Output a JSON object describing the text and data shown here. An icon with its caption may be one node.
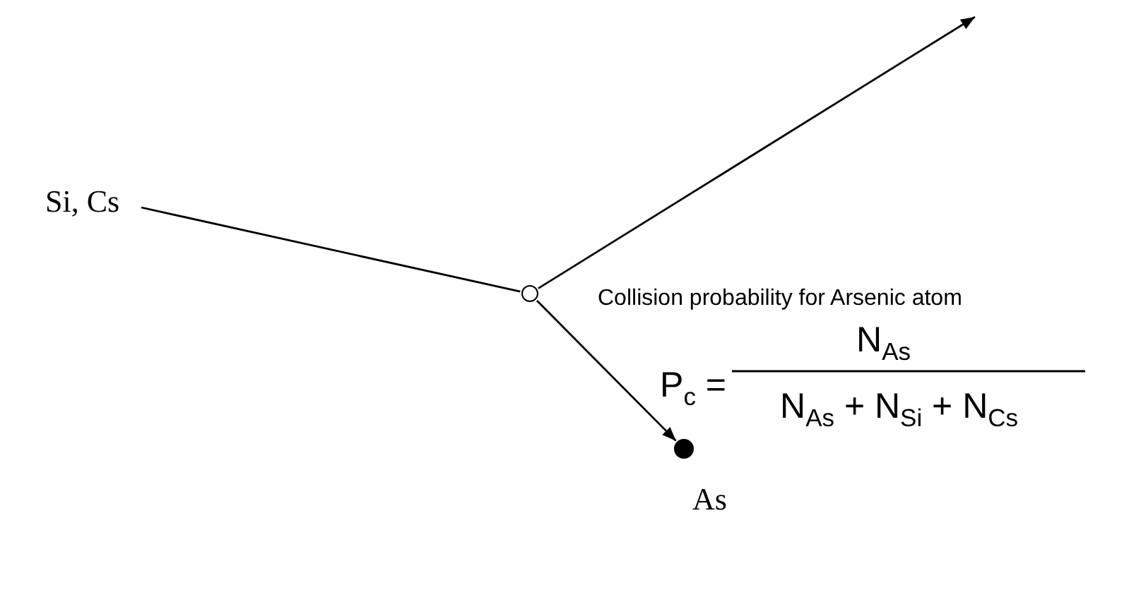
{
  "diagram": {
    "nodes": [
      {
        "text": [
          "Si, Cs"
        ]
      },
      {
        "text": [],
        "shape": "circle"
      },
      {
        "text": [],
        "shape": "circle",
        "beside": [
          "As"
        ]
      }
    ],
    "edges": [
      {
        "from": 0,
        "to": 1,
        "arrow": "none"
      },
      {
        "from": 1,
        "to": null,
        "arrow": "to"
      },
      {
        "from": 1,
        "to": 2,
        "arrow": "to"
      }
    ],
    "labels": [
      "Collision probability for Arsenic atom",
      "P$_{c}$ =",
      "N$_{As}$",
      "N$_{As}$ + N$_{Si}$ + N$_{Cs}$"
    ]
  }
}
